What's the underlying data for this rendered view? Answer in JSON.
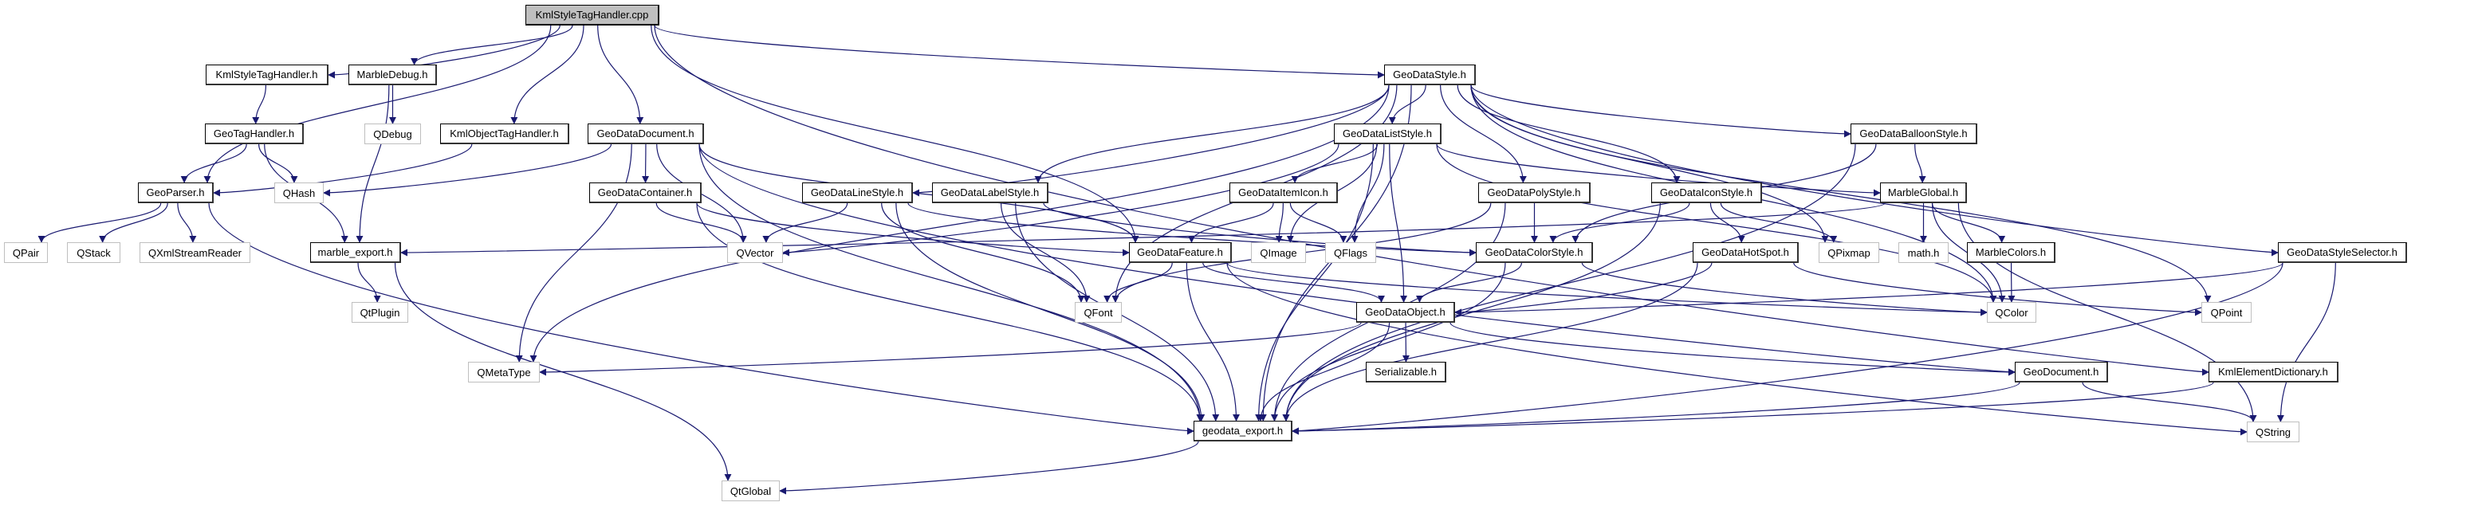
{
  "diagram": {
    "title": "KmlStyleTagHandler.cpp include dependency graph",
    "edge_color": "#191970",
    "root_fill": "#bfbfbf",
    "external_border": "#bfbfbf",
    "nodes": [
      {
        "id": "cpp",
        "label": "KmlStyleTagHandler.cpp",
        "kind": "root"
      },
      {
        "id": "kstH",
        "label": "KmlStyleTagHandler.h",
        "kind": "local"
      },
      {
        "id": "mdbg",
        "label": "MarbleDebug.h",
        "kind": "local"
      },
      {
        "id": "gds",
        "label": "GeoDataStyle.h",
        "kind": "local"
      },
      {
        "id": "gth",
        "label": "GeoTagHandler.h",
        "kind": "local"
      },
      {
        "id": "qdebug",
        "label": "QDebug",
        "kind": "external"
      },
      {
        "id": "kothH",
        "label": "KmlObjectTagHandler.h",
        "kind": "local"
      },
      {
        "id": "gdd",
        "label": "GeoDataDocument.h",
        "kind": "local"
      },
      {
        "id": "gdls",
        "label": "GeoDataListStyle.h",
        "kind": "local"
      },
      {
        "id": "gdbs",
        "label": "GeoDataBalloonStyle.h",
        "kind": "local"
      },
      {
        "id": "gp",
        "label": "GeoParser.h",
        "kind": "local"
      },
      {
        "id": "qhash",
        "label": "QHash",
        "kind": "external"
      },
      {
        "id": "gdc",
        "label": "GeoDataContainer.h",
        "kind": "local"
      },
      {
        "id": "gdlns",
        "label": "GeoDataLineStyle.h",
        "kind": "local"
      },
      {
        "id": "gdlbs",
        "label": "GeoDataLabelStyle.h",
        "kind": "local"
      },
      {
        "id": "gdii",
        "label": "GeoDataItemIcon.h",
        "kind": "local"
      },
      {
        "id": "gdps",
        "label": "GeoDataPolyStyle.h",
        "kind": "local"
      },
      {
        "id": "gdis",
        "label": "GeoDataIconStyle.h",
        "kind": "local"
      },
      {
        "id": "mglob",
        "label": "MarbleGlobal.h",
        "kind": "local"
      },
      {
        "id": "qpair",
        "label": "QPair",
        "kind": "external"
      },
      {
        "id": "qstack",
        "label": "QStack",
        "kind": "external"
      },
      {
        "id": "qxml",
        "label": "QXmlStreamReader",
        "kind": "external"
      },
      {
        "id": "mexp",
        "label": "marble_export.h",
        "kind": "local"
      },
      {
        "id": "qvector",
        "label": "QVector",
        "kind": "external"
      },
      {
        "id": "gdf",
        "label": "GeoDataFeature.h",
        "kind": "local"
      },
      {
        "id": "qimage",
        "label": "QImage",
        "kind": "external"
      },
      {
        "id": "qflags",
        "label": "QFlags",
        "kind": "external"
      },
      {
        "id": "gdcs",
        "label": "GeoDataColorStyle.h",
        "kind": "local"
      },
      {
        "id": "gdhs",
        "label": "GeoDataHotSpot.h",
        "kind": "local"
      },
      {
        "id": "qpixmap",
        "label": "QPixmap",
        "kind": "external"
      },
      {
        "id": "mathh",
        "label": "math.h",
        "kind": "external"
      },
      {
        "id": "mcol",
        "label": "MarbleColors.h",
        "kind": "local"
      },
      {
        "id": "gdss",
        "label": "GeoDataStyleSelector.h",
        "kind": "local"
      },
      {
        "id": "qtplugin",
        "label": "QtPlugin",
        "kind": "external"
      },
      {
        "id": "qfont",
        "label": "QFont",
        "kind": "external"
      },
      {
        "id": "gdo",
        "label": "GeoDataObject.h",
        "kind": "local"
      },
      {
        "id": "qcolor",
        "label": "QColor",
        "kind": "external"
      },
      {
        "id": "qpoint",
        "label": "QPoint",
        "kind": "external"
      },
      {
        "id": "qmeta",
        "label": "QMetaType",
        "kind": "external"
      },
      {
        "id": "ser",
        "label": "Serializable.h",
        "kind": "local"
      },
      {
        "id": "gdoc",
        "label": "GeoDocument.h",
        "kind": "local"
      },
      {
        "id": "ked",
        "label": "KmlElementDictionary.h",
        "kind": "local"
      },
      {
        "id": "gexp",
        "label": "geodata_export.h",
        "kind": "local"
      },
      {
        "id": "qstring",
        "label": "QString",
        "kind": "external"
      },
      {
        "id": "qtglobal",
        "label": "QtGlobal",
        "kind": "external"
      }
    ],
    "edges": [
      [
        "cpp",
        "gp"
      ],
      [
        "cpp",
        "kstH"
      ],
      [
        "cpp",
        "mdbg"
      ],
      [
        "cpp",
        "kothH"
      ],
      [
        "cpp",
        "gdd"
      ],
      [
        "cpp",
        "gdf"
      ],
      [
        "cpp",
        "gds"
      ],
      [
        "cpp",
        "ked"
      ],
      [
        "kstH",
        "gth"
      ],
      [
        "mdbg",
        "qdebug"
      ],
      [
        "mdbg",
        "mexp"
      ],
      [
        "gth",
        "gp"
      ],
      [
        "gth",
        "qhash"
      ],
      [
        "gth",
        "mexp"
      ],
      [
        "kothH",
        "gp"
      ],
      [
        "gp",
        "qpair"
      ],
      [
        "gp",
        "qstack"
      ],
      [
        "gp",
        "qxml"
      ],
      [
        "gp",
        "gexp"
      ],
      [
        "mexp",
        "qtplugin"
      ],
      [
        "mexp",
        "qtglobal"
      ],
      [
        "gdd",
        "qhash"
      ],
      [
        "gdd",
        "gdc"
      ],
      [
        "gdd",
        "qvector"
      ],
      [
        "gdd",
        "qmeta"
      ],
      [
        "gdd",
        "gexp"
      ],
      [
        "gdd",
        "gdf"
      ],
      [
        "gdd",
        "gdoc"
      ],
      [
        "gdc",
        "qvector"
      ],
      [
        "gdc",
        "gdf"
      ],
      [
        "gdc",
        "gexp"
      ],
      [
        "gds",
        "gdls"
      ],
      [
        "gds",
        "gdlns"
      ],
      [
        "gds",
        "gdlbs"
      ],
      [
        "gds",
        "gdps"
      ],
      [
        "gds",
        "gdis"
      ],
      [
        "gds",
        "gdbs"
      ],
      [
        "gds",
        "gdss"
      ],
      [
        "gds",
        "qmeta"
      ],
      [
        "gds",
        "qfont"
      ],
      [
        "gds",
        "qpixmap"
      ],
      [
        "gds",
        "qpoint"
      ],
      [
        "gds",
        "qcolor"
      ],
      [
        "gds",
        "gexp"
      ],
      [
        "gdls",
        "gdii"
      ],
      [
        "gdls",
        "qvector"
      ],
      [
        "gdls",
        "qimage"
      ],
      [
        "gdls",
        "qflags"
      ],
      [
        "gdls",
        "gdo"
      ],
      [
        "gdls",
        "mglob"
      ],
      [
        "gdls",
        "gexp"
      ],
      [
        "gdls",
        "qcolor"
      ],
      [
        "gdlns",
        "qvector"
      ],
      [
        "gdlns",
        "qfont"
      ],
      [
        "gdlns",
        "gdcs"
      ],
      [
        "gdlns",
        "gexp"
      ],
      [
        "gdlbs",
        "qfont"
      ],
      [
        "gdlbs",
        "gdcs"
      ],
      [
        "gdlbs",
        "gexp"
      ],
      [
        "gdii",
        "gdf"
      ],
      [
        "gdii",
        "qimage"
      ],
      [
        "gdii",
        "qflags"
      ],
      [
        "gdps",
        "gdcs"
      ],
      [
        "gdps",
        "qfont"
      ],
      [
        "gdps",
        "gexp"
      ],
      [
        "gdis",
        "gdcs"
      ],
      [
        "gdis",
        "gdhs"
      ],
      [
        "gdis",
        "qpixmap"
      ],
      [
        "gdis",
        "gexp"
      ],
      [
        "gdbs",
        "mglob"
      ],
      [
        "gdbs",
        "gdcs"
      ],
      [
        "gdbs",
        "gexp"
      ],
      [
        "mglob",
        "mathh"
      ],
      [
        "mglob",
        "mcol"
      ],
      [
        "mglob",
        "qcolor"
      ],
      [
        "mglob",
        "mexp"
      ],
      [
        "mglob",
        "qstring"
      ],
      [
        "mcol",
        "qcolor"
      ],
      [
        "gdhs",
        "gdo"
      ],
      [
        "gdhs",
        "qpoint"
      ],
      [
        "gdhs",
        "gexp"
      ],
      [
        "gdf",
        "qfont"
      ],
      [
        "gdf",
        "gdo"
      ],
      [
        "gdf",
        "gexp"
      ],
      [
        "gdf",
        "qcolor"
      ],
      [
        "gdf",
        "qstring"
      ],
      [
        "gdcs",
        "gdo"
      ],
      [
        "gdcs",
        "qcolor"
      ],
      [
        "gdcs",
        "gexp"
      ],
      [
        "gdss",
        "gdo"
      ],
      [
        "gdss",
        "gexp"
      ],
      [
        "gdss",
        "qstring"
      ],
      [
        "gdo",
        "qmeta"
      ],
      [
        "gdo",
        "ser"
      ],
      [
        "gdo",
        "gdoc"
      ],
      [
        "gdo",
        "gexp"
      ],
      [
        "gdoc",
        "gexp"
      ],
      [
        "gdoc",
        "qstring"
      ],
      [
        "ked",
        "gexp"
      ],
      [
        "gexp",
        "qtglobal"
      ]
    ]
  }
}
